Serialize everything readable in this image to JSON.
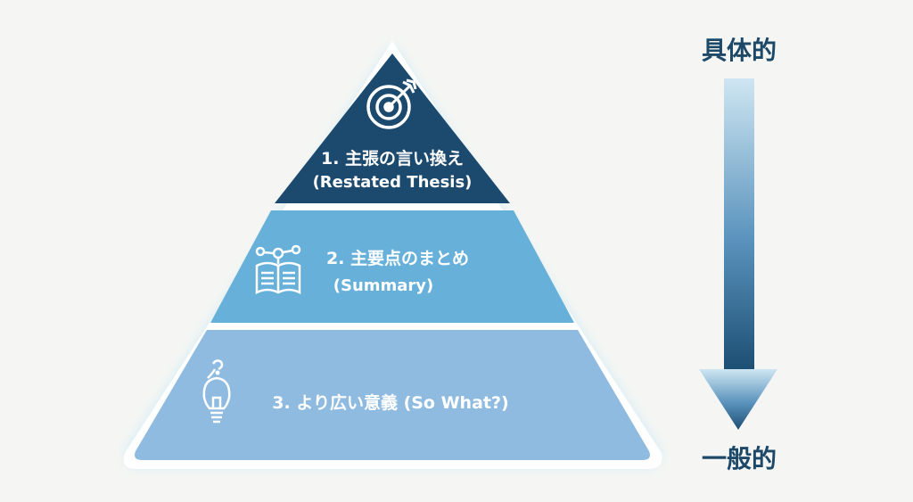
{
  "pyramid": {
    "tiers": [
      {
        "line1": "1. 主張の言い換え",
        "line2": "(Restated Thesis)",
        "icon": "target-icon",
        "color": "#1c4a6e"
      },
      {
        "line1": "2. 主要点のまとめ",
        "line2": "(Summary)",
        "icon": "open-book-network-icon",
        "color": "#66b0d9"
      },
      {
        "line1": "3. より広い意義 (So What?)",
        "icon": "lightbulb-question-icon",
        "color": "#8fbbe0"
      }
    ],
    "outline_color": "#ffffff"
  },
  "scale": {
    "top_label": "具体的",
    "bottom_label": "一般的",
    "arrow_color_top": "#cfe6f2",
    "arrow_color_bottom": "#1d4e73"
  }
}
